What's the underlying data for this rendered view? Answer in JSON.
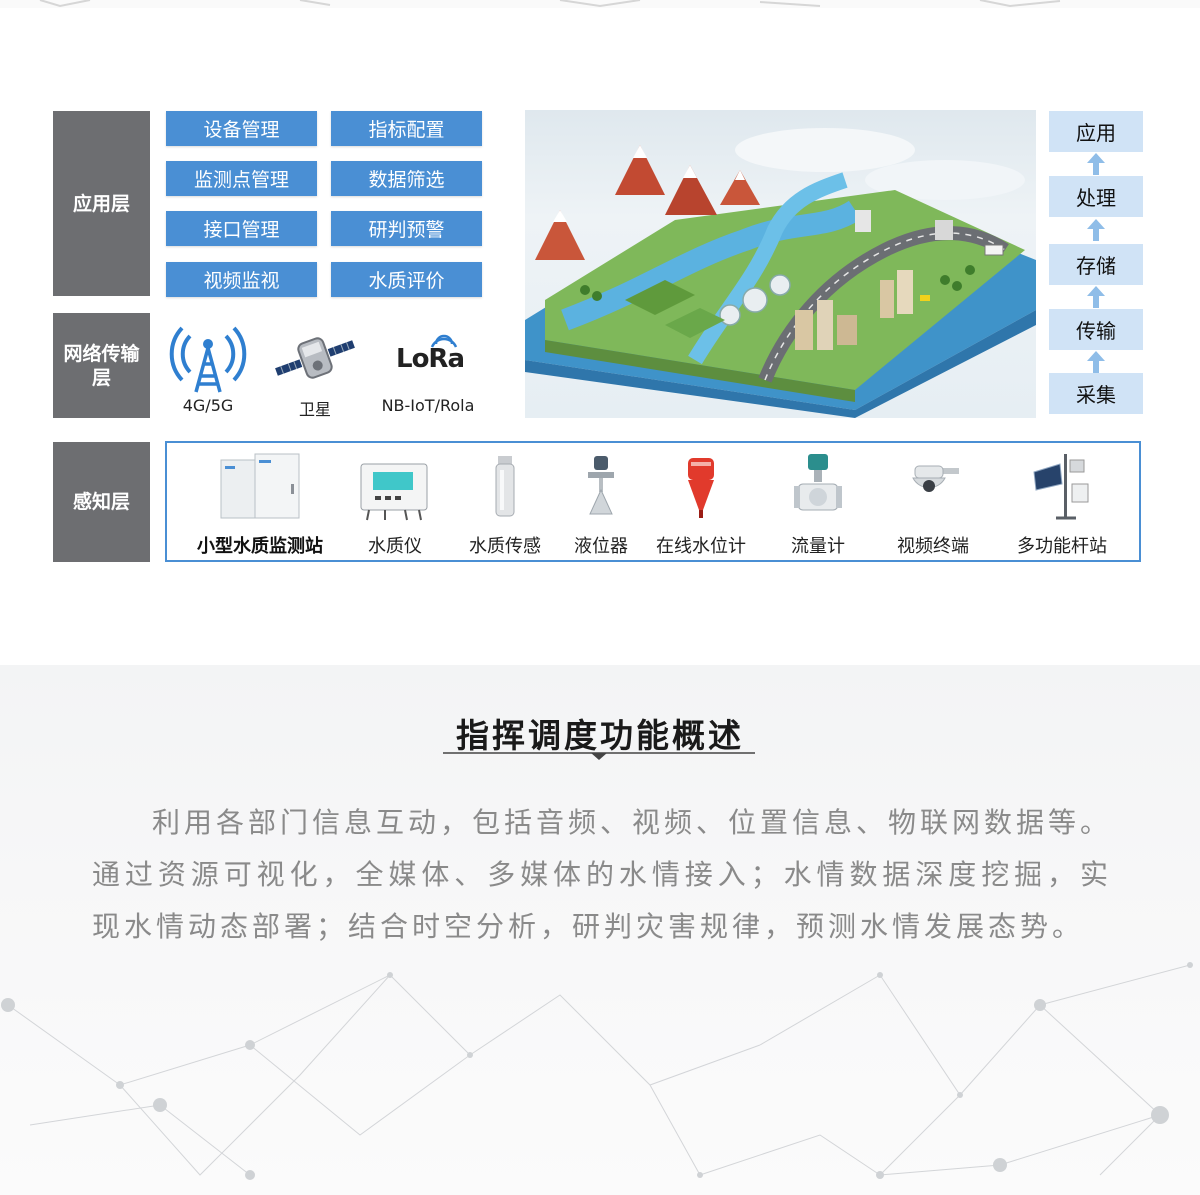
{
  "architecture": {
    "layers": {
      "application": "应用层",
      "network": "网络传输层",
      "perception": "感知层"
    },
    "app_functions": [
      "设备管理",
      "指标配置",
      "监测点管理",
      "数据筛选",
      "接口管理",
      "研判预警",
      "视频监视",
      "水质评价"
    ],
    "network_items": [
      {
        "label": "4G/5G",
        "icon": "cell-tower-icon"
      },
      {
        "label": "卫星",
        "icon": "satellite-icon"
      },
      {
        "label": "NB-IoT/Rola",
        "icon": "lora-logo",
        "logo_text": "LoRa"
      }
    ],
    "flow_steps": [
      "应用",
      "处理",
      "存储",
      "传输",
      "采集"
    ],
    "devices": [
      {
        "label": "小型水质监测站",
        "icon": "cabinet-station-icon"
      },
      {
        "label": "水质仪",
        "icon": "water-quality-meter-icon"
      },
      {
        "label": "水质传感",
        "icon": "water-quality-sensor-icon"
      },
      {
        "label": "液位器",
        "icon": "level-radar-icon"
      },
      {
        "label": "在线水位计",
        "icon": "water-level-gauge-icon"
      },
      {
        "label": "流量计",
        "icon": "flow-meter-icon"
      },
      {
        "label": "视频终端",
        "icon": "dome-camera-icon"
      },
      {
        "label": "多功能杆站",
        "icon": "solar-pole-station-icon"
      }
    ],
    "colors": {
      "layer_gray": "#6d6e71",
      "button_blue": "#4a8fd4",
      "flow_box": "#d0e3f6",
      "flow_arrow": "#8fbde8"
    }
  },
  "overview": {
    "title": "指挥调度功能概述",
    "body": "利用各部门信息互动，包括音频、视频、位置信息、物联网数据等。通过资源可视化，全媒体、多媒体的水情接入；水情数据深度挖掘，实现水情动态部署；结合时空分析，研判灾害规律，预测水情发展态势。"
  }
}
